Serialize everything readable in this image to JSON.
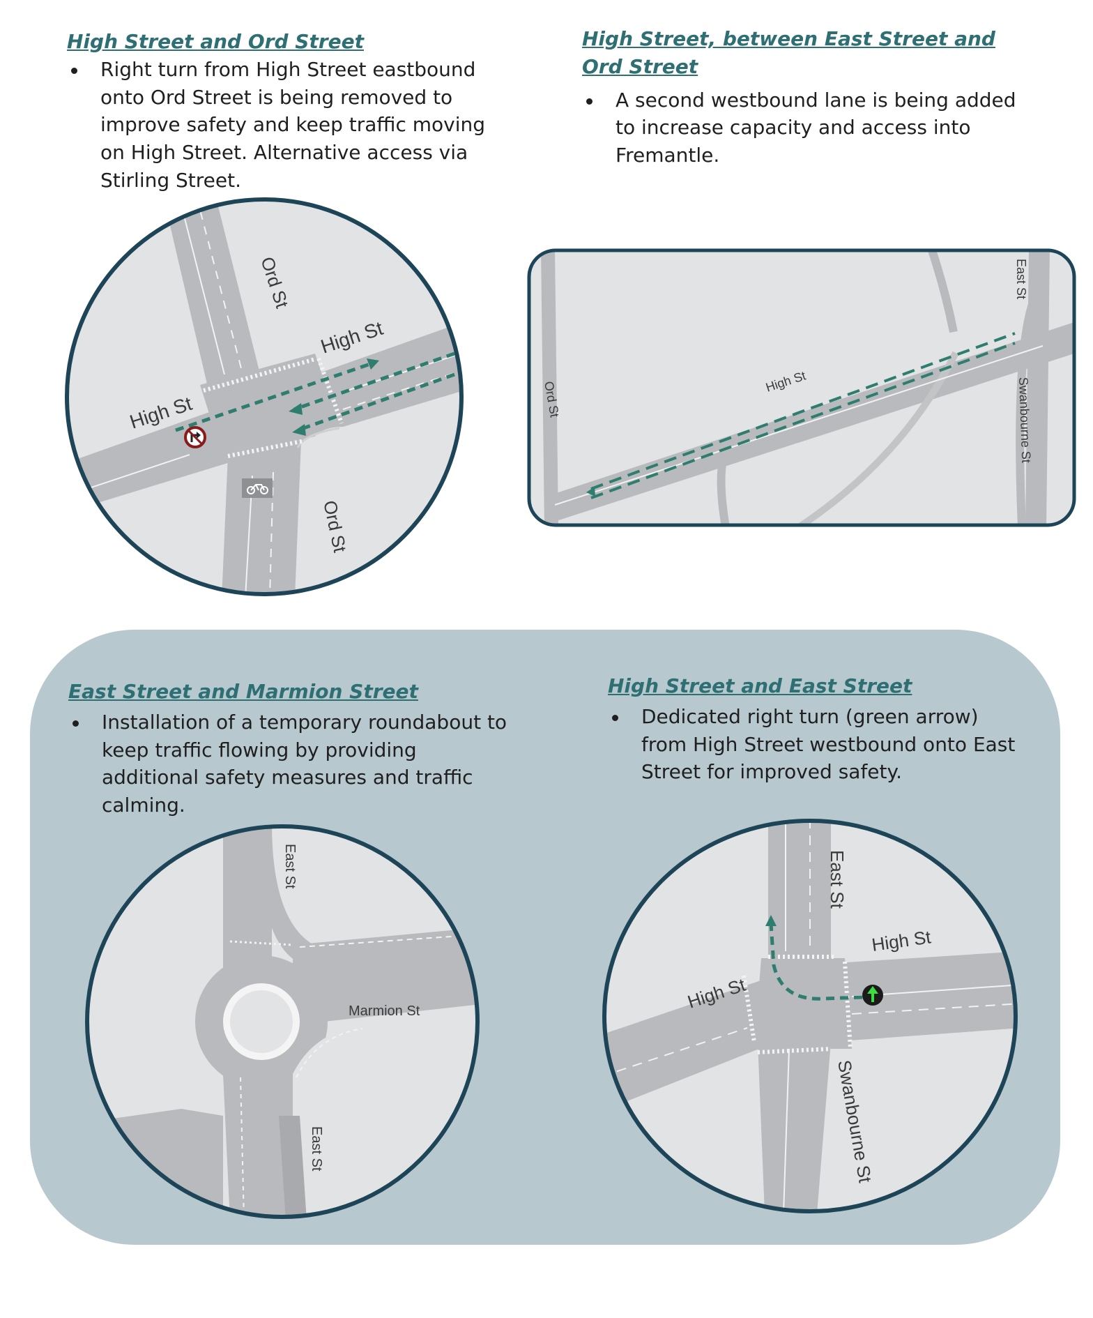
{
  "sections": [
    {
      "heading": "High Street and Ord Street",
      "bullet": "Right turn from High Street eastbound onto Ord Street is being removed to improve safety and keep traffic moving on High Street. Alternative access via Stirling Street.",
      "map_labels": {
        "ord_top": "Ord St",
        "high_right": "High St",
        "high_left": "High St",
        "ord_bottom": "Ord St"
      }
    },
    {
      "heading": "High Street, between East Street and Ord Street",
      "bullet": "A second westbound lane is being added to increase capacity and access into Fremantle.",
      "map_labels": {
        "east": "East St",
        "ord": "Ord St",
        "high": "High St",
        "swanbourne": "Swanbourne St"
      }
    },
    {
      "heading": "East Street and Marmion Street",
      "bullet": "Installation of a temporary roundabout to keep traffic flowing by providing additional safety measures and traffic calming.",
      "map_labels": {
        "east_top": "East St",
        "marmion": "Marmion St",
        "east_bottom": "East St"
      }
    },
    {
      "heading": "High Street and East Street",
      "bullet": "Dedicated right turn (green arrow) from High Street westbound onto East Street for improved safety.",
      "map_labels": {
        "east": "East St",
        "high_right": "High St",
        "high_left": "High St",
        "swanbourne": "Swanbourne St"
      }
    }
  ],
  "icons": {
    "no_right_turn": "no-right-turn-icon",
    "green_arrow": "green-right-turn-arrow-icon",
    "bicycle": "bicycle-icon"
  },
  "colors": {
    "heading": "#2e6f73",
    "panel_bg": "#b7c8ce",
    "map_border": "#1d4457",
    "map_land": "#e2e3e5",
    "road": "#b9babd",
    "dashed_route": "#2e7d6e",
    "green_arrow": "#3ddc3d",
    "no_turn_red": "#8b1a1a"
  }
}
